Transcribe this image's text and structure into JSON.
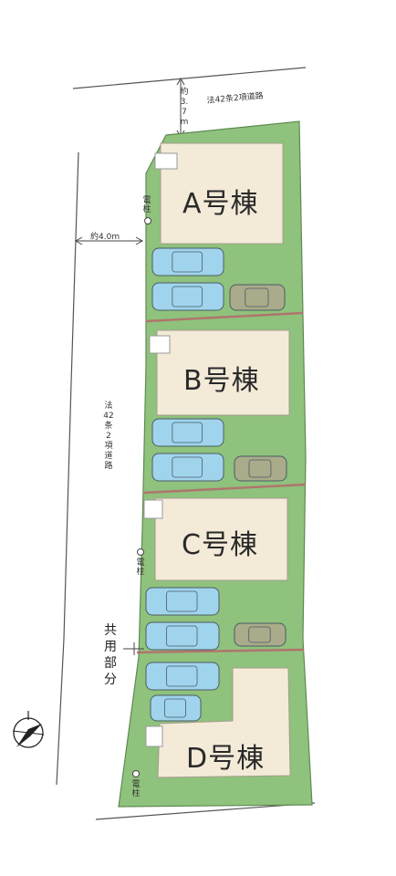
{
  "labels": {
    "road_top_width": "約3.7m",
    "road_top_type": "法42条2項道路",
    "road_left_width": "約4.0m",
    "road_left_type": "法42条2項道路",
    "shared_portion": "共用部分",
    "utility_pole": "電柱"
  },
  "buildings": [
    {
      "id": "A",
      "label": "A号棟"
    },
    {
      "id": "B",
      "label": "B号棟"
    },
    {
      "id": "C",
      "label": "C号棟"
    },
    {
      "id": "D",
      "label": "D号棟"
    }
  ],
  "colors": {
    "lot_green": "#8fc27c",
    "building_beige": "#f3ead8",
    "car_blue": "#9fd4ec",
    "car_olive": "#a9ab8a",
    "divider_red": "#b0756e"
  },
  "icons": {
    "compass": "north-compass-icon"
  }
}
